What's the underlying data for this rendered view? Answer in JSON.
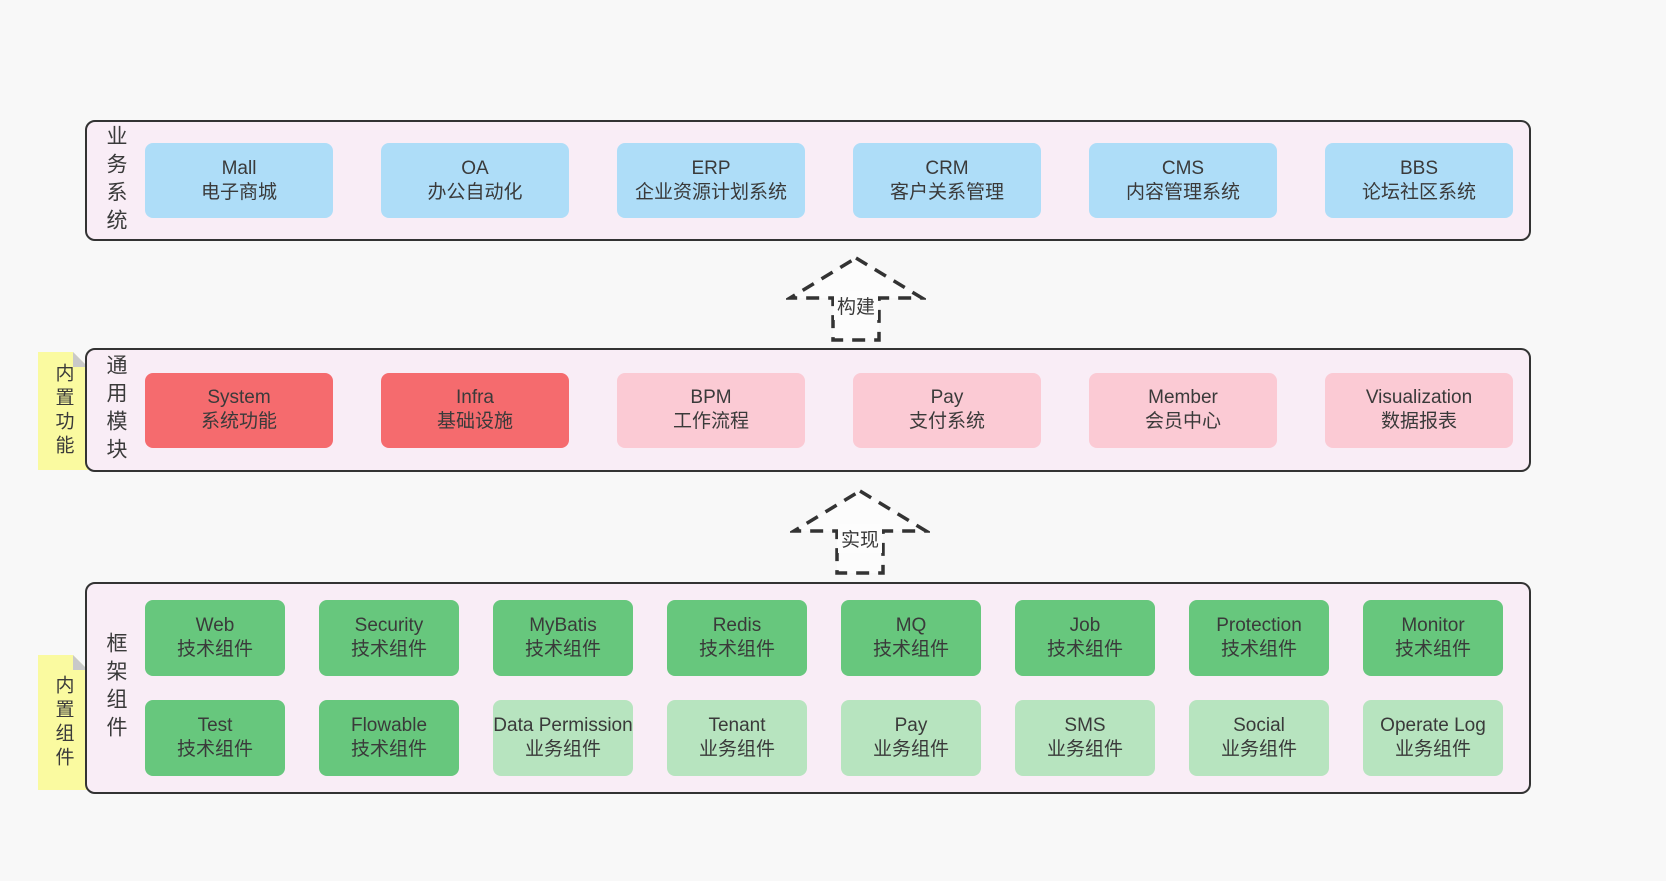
{
  "colors": {
    "page-bg": "#f8f8f8",
    "panel-bg": "#f9edf6",
    "panel-border": "#333333",
    "note-bg": "#fafaa0",
    "note-fold": "#c9c9c9",
    "box-blue": "#aeddf8",
    "box-red": "#f56b6e",
    "box-pink": "#fbcad4",
    "box-green": "#67c77d",
    "box-lightgreen": "#b7e4bf",
    "text": "#3a3a3a"
  },
  "layers": [
    {
      "label": "业务系统",
      "rows": [
        [
          {
            "title": "Mall",
            "subtitle": "电子商城"
          },
          {
            "title": "OA",
            "subtitle": "办公自动化"
          },
          {
            "title": "ERP",
            "subtitle": "企业资源计划系统"
          },
          {
            "title": "CRM",
            "subtitle": "客户关系管理"
          },
          {
            "title": "CMS",
            "subtitle": "内容管理系统"
          },
          {
            "title": "BBS",
            "subtitle": "论坛社区系统"
          }
        ]
      ]
    },
    {
      "label": "通用模块",
      "note": "内置功能",
      "rows": [
        [
          {
            "title": "System",
            "subtitle": "系统功能"
          },
          {
            "title": "Infra",
            "subtitle": "基础设施"
          },
          {
            "title": "BPM",
            "subtitle": "工作流程"
          },
          {
            "title": "Pay",
            "subtitle": "支付系统"
          },
          {
            "title": "Member",
            "subtitle": "会员中心"
          },
          {
            "title": "Visualization",
            "subtitle": "数据报表"
          }
        ]
      ]
    },
    {
      "label": "框架组件",
      "note": "内置组件",
      "rows": [
        [
          {
            "title": "Web",
            "subtitle": "技术组件"
          },
          {
            "title": "Security",
            "subtitle": "技术组件"
          },
          {
            "title": "MyBatis",
            "subtitle": "技术组件"
          },
          {
            "title": "Redis",
            "subtitle": "技术组件"
          },
          {
            "title": "MQ",
            "subtitle": "技术组件"
          },
          {
            "title": "Job",
            "subtitle": "技术组件"
          },
          {
            "title": "Protection",
            "subtitle": "技术组件"
          },
          {
            "title": "Monitor",
            "subtitle": "技术组件"
          }
        ],
        [
          {
            "title": "Test",
            "subtitle": "技术组件"
          },
          {
            "title": "Flowable",
            "subtitle": "技术组件"
          },
          {
            "title": "Data Permission",
            "subtitle": "业务组件"
          },
          {
            "title": "Tenant",
            "subtitle": "业务组件"
          },
          {
            "title": "Pay",
            "subtitle": "业务组件"
          },
          {
            "title": "SMS",
            "subtitle": "业务组件"
          },
          {
            "title": "Social",
            "subtitle": "业务组件"
          },
          {
            "title": "Operate Log",
            "subtitle": "业务组件"
          }
        ]
      ]
    }
  ],
  "arrows": [
    {
      "label": "构建"
    },
    {
      "label": "实现"
    }
  ]
}
